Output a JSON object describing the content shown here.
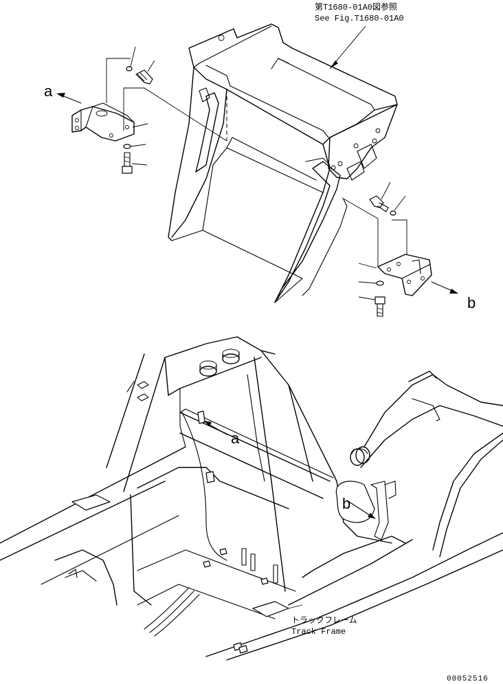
{
  "references": {
    "line_jp": "第T1680-01A0図参照",
    "line_en": "See Fig.T1680-01A0"
  },
  "view_labels": {
    "a_upper": "a",
    "b_upper": "b",
    "a_lower": "a",
    "b_lower": "b"
  },
  "track_frame": {
    "jp": "トラックフレーム",
    "en": "Track Frame"
  },
  "drawing_number": "00052516"
}
